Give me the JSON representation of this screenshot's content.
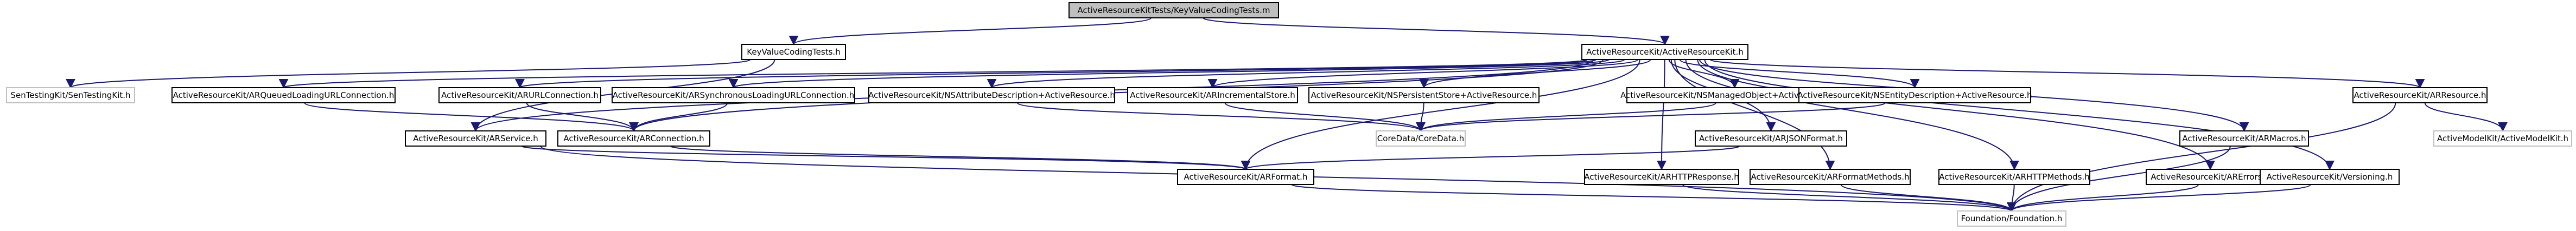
{
  "diagram": {
    "colors": {
      "edge": "#191970",
      "root_fill": "#bfbfbf",
      "node_fill": "#ffffff",
      "external_border": "#c0c0c0"
    },
    "nodes": [
      {
        "id": "root",
        "label": "ActiveResourceKitTests/KeyValueCodingTests.m",
        "kind": "root"
      },
      {
        "id": "kvc",
        "label": "KeyValueCodingTests.h",
        "kind": "normal"
      },
      {
        "id": "ark",
        "label": "ActiveResourceKit/ActiveResourceKit.h",
        "kind": "normal"
      },
      {
        "id": "sentest",
        "label": "SenTestingKit/SenTestingKit.h",
        "kind": "external"
      },
      {
        "id": "queued",
        "label": "ActiveResourceKit/ARQueuedLoadingURLConnection.h",
        "kind": "normal"
      },
      {
        "id": "urlconn",
        "label": "ActiveResourceKit/ARURLConnection.h",
        "kind": "normal"
      },
      {
        "id": "sync",
        "label": "ActiveResourceKit/ARSynchronousLoadingURLConnection.h",
        "kind": "normal"
      },
      {
        "id": "nsattr",
        "label": "ActiveResourceKit/NSAttributeDescription+ActiveResource.h",
        "kind": "normal"
      },
      {
        "id": "incstore",
        "label": "ActiveResourceKit/ARIncrementalStore.h",
        "kind": "normal"
      },
      {
        "id": "nspers",
        "label": "ActiveResourceKit/NSPersistentStore+ActiveResource.h",
        "kind": "normal"
      },
      {
        "id": "nsmanaged",
        "label": "ActiveResourceKit/NSManagedObject+ActiveResource.h",
        "kind": "normal"
      },
      {
        "id": "nsentity",
        "label": "ActiveResourceKit/NSEntityDescription+ActiveResource.h",
        "kind": "normal"
      },
      {
        "id": "arresource",
        "label": "ActiveResourceKit/ARResource.h",
        "kind": "normal"
      },
      {
        "id": "arservice",
        "label": "ActiveResourceKit/ARService.h",
        "kind": "normal"
      },
      {
        "id": "arconnection",
        "label": "ActiveResourceKit/ARConnection.h",
        "kind": "normal"
      },
      {
        "id": "coredata",
        "label": "CoreData/CoreData.h",
        "kind": "external"
      },
      {
        "id": "jsonformat",
        "label": "ActiveResourceKit/ARJSONFormat.h",
        "kind": "normal"
      },
      {
        "id": "armacros",
        "label": "ActiveResourceKit/ARMacros.h",
        "kind": "normal"
      },
      {
        "id": "activemodel",
        "label": "ActiveModelKit/ActiveModelKit.h",
        "kind": "external"
      },
      {
        "id": "arformat",
        "label": "ActiveResourceKit/ARFormat.h",
        "kind": "normal"
      },
      {
        "id": "httpresp",
        "label": "ActiveResourceKit/ARHTTPResponse.h",
        "kind": "normal"
      },
      {
        "id": "formatmethods",
        "label": "ActiveResourceKit/ARFormatMethods.h",
        "kind": "normal"
      },
      {
        "id": "httpmethods",
        "label": "ActiveResourceKit/ARHTTPMethods.h",
        "kind": "normal"
      },
      {
        "id": "arerrors",
        "label": "ActiveResourceKit/ARErrors.h",
        "kind": "normal"
      },
      {
        "id": "versioning",
        "label": "ActiveResourceKit/Versioning.h",
        "kind": "normal"
      },
      {
        "id": "foundation",
        "label": "Foundation/Foundation.h",
        "kind": "external"
      }
    ],
    "edges": [
      [
        "root",
        "kvc"
      ],
      [
        "root",
        "ark"
      ],
      [
        "kvc",
        "sentest"
      ],
      [
        "kvc",
        "arservice"
      ],
      [
        "ark",
        "queued"
      ],
      [
        "ark",
        "urlconn"
      ],
      [
        "ark",
        "sync"
      ],
      [
        "ark",
        "nsattr"
      ],
      [
        "ark",
        "incstore"
      ],
      [
        "ark",
        "nspers"
      ],
      [
        "ark",
        "nsmanaged"
      ],
      [
        "ark",
        "nsentity"
      ],
      [
        "ark",
        "arresource"
      ],
      [
        "ark",
        "arservice"
      ],
      [
        "ark",
        "arconnection"
      ],
      [
        "ark",
        "jsonformat"
      ],
      [
        "ark",
        "armacros"
      ],
      [
        "ark",
        "arformat"
      ],
      [
        "ark",
        "httpresp"
      ],
      [
        "ark",
        "formatmethods"
      ],
      [
        "ark",
        "httpmethods"
      ],
      [
        "ark",
        "arerrors"
      ],
      [
        "ark",
        "versioning"
      ],
      [
        "queued",
        "arconnection"
      ],
      [
        "urlconn",
        "arconnection"
      ],
      [
        "sync",
        "arconnection"
      ],
      [
        "nsattr",
        "coredata"
      ],
      [
        "incstore",
        "coredata"
      ],
      [
        "nspers",
        "coredata"
      ],
      [
        "nsmanaged",
        "coredata"
      ],
      [
        "nsentity",
        "coredata"
      ],
      [
        "arresource",
        "activemodel"
      ],
      [
        "arresource",
        "foundation"
      ],
      [
        "arservice",
        "arformat"
      ],
      [
        "arservice",
        "foundation"
      ],
      [
        "arconnection",
        "arformat"
      ],
      [
        "jsonformat",
        "arformat"
      ],
      [
        "arformat",
        "foundation"
      ],
      [
        "httpresp",
        "foundation"
      ],
      [
        "formatmethods",
        "foundation"
      ],
      [
        "httpmethods",
        "foundation"
      ],
      [
        "arerrors",
        "foundation"
      ],
      [
        "armacros",
        "foundation"
      ],
      [
        "versioning",
        "foundation"
      ]
    ]
  }
}
